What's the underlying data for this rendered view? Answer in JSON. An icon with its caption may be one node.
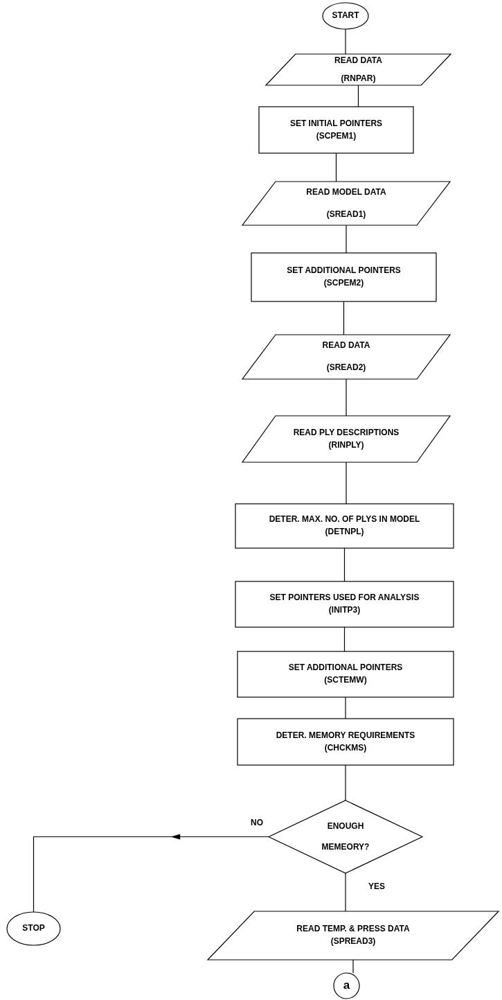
{
  "diagram": {
    "nodes": [
      {
        "text": [
          "START"
        ]
      },
      {
        "text": [
          "READ DATA",
          "(RNPAR)"
        ]
      },
      {
        "text": [
          "SET INITIAL POINTERS",
          "(SCPEM1)"
        ]
      },
      {
        "text": [
          "READ MODEL DATA",
          "(SREAD1)"
        ]
      },
      {
        "text": [
          "SET ADDITIONAL POINTERS",
          "(SCPEM2)"
        ]
      },
      {
        "text": [
          "READ DATA",
          "(SREAD2)"
        ]
      },
      {
        "text": [
          "READ PLY DESCRIPTIONS",
          "(RINPLY)"
        ]
      },
      {
        "text": [
          "DETER. MAX. NO. OF PLYS IN MODEL",
          "(DETNPL)"
        ]
      },
      {
        "text": [
          "SET POINTERS USED FOR ANALYSIS",
          "(INITP3)"
        ]
      },
      {
        "text": [
          "SET ADDITIONAL POINTERS",
          "(SCTEMW)"
        ]
      },
      {
        "text": [
          "DETER. MEMORY REQUIREMENTS",
          "(CHCKMS)"
        ]
      },
      {
        "text": [
          "ENOUGH",
          "MEMEORY?"
        ]
      },
      {
        "text": [
          "STOP"
        ]
      },
      {
        "text": [
          "READ TEMP. & PRESS DATA",
          "(SPREAD3)"
        ]
      },
      {
        "text": [
          "a"
        ]
      }
    ],
    "edges": [
      {
        "from": 0,
        "to": 1,
        "arrow": "none"
      },
      {
        "from": 1,
        "to": 2,
        "arrow": "none"
      },
      {
        "from": 2,
        "to": 3,
        "arrow": "none"
      },
      {
        "from": 3,
        "to": 4,
        "arrow": "none"
      },
      {
        "from": 4,
        "to": 5,
        "arrow": "none"
      },
      {
        "from": 5,
        "to": 6,
        "arrow": "none"
      },
      {
        "from": 6,
        "to": 7,
        "arrow": "none"
      },
      {
        "from": 7,
        "to": 8,
        "arrow": "none"
      },
      {
        "from": 8,
        "to": 9,
        "arrow": "none"
      },
      {
        "from": 9,
        "to": 10,
        "arrow": "none"
      },
      {
        "from": 10,
        "to": 11,
        "arrow": "none"
      },
      {
        "from": 11,
        "to": 12,
        "arrow": "to",
        "label": "NO"
      },
      {
        "from": 11,
        "to": 13,
        "arrow": "none",
        "label": "YES"
      },
      {
        "from": 13,
        "to": 14,
        "arrow": "none"
      }
    ]
  }
}
